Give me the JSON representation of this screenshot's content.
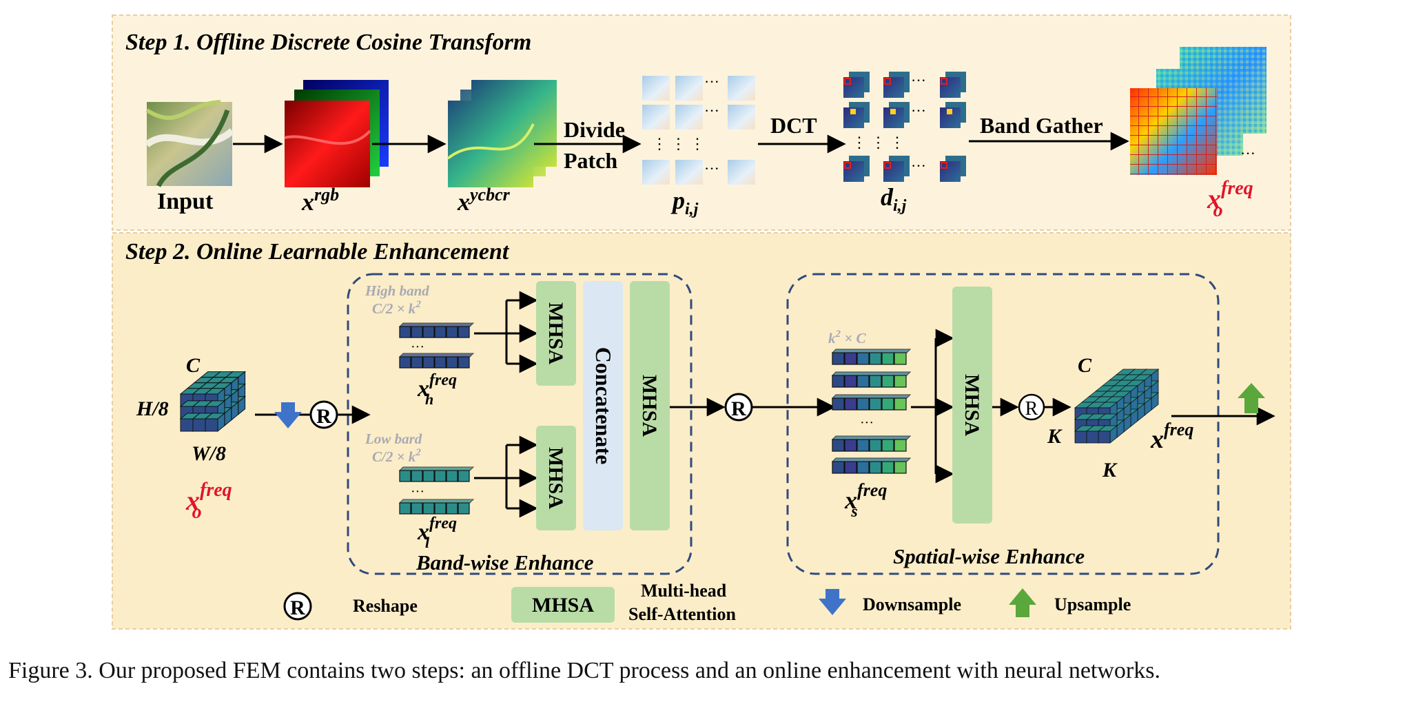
{
  "step1": {
    "title": "Step 1. Offline Discrete Cosine Transform"
  },
  "step2": {
    "title": "Step 2. Online Learnable Enhancement"
  },
  "labels": {
    "input": "Input",
    "divide": "Divide",
    "patch": "Patch",
    "dct": "DCT",
    "band_gather": "Band Gather",
    "x_rgb": "x",
    "x_rgb_sup": "rgb",
    "x_ycbcr": "x",
    "x_ycbcr_sup": "ycbcr",
    "p": "p",
    "p_sub": "i,j",
    "d": "d",
    "d_sub": "i,j",
    "xo": "x",
    "xo_sup": "freq",
    "xo_sub": "o",
    "dots": "···"
  },
  "band": {
    "high_band": "High band",
    "low_band": "Low bard",
    "dim": "C/2 × k",
    "dim_sup": "2",
    "mhsa": "MHSA",
    "concatenate": "Concatenate",
    "title": "Band-wise Enhance",
    "xh": "x",
    "xh_sup": "freq",
    "xh_sub": "h",
    "xl": "x",
    "xl_sup": "freq",
    "xl_sub": "l"
  },
  "spatial": {
    "dim": "k",
    "dim_sup": "2",
    "dim_tail": " × C",
    "mhsa": "MHSA",
    "title": "Spatial-wise Enhance",
    "xs": "x",
    "xs_sup": "freq",
    "xs_sub": "s",
    "xfreq": "x",
    "xfreq_sup": "freq",
    "C": "C",
    "K1": "K",
    "K2": "K"
  },
  "input_block": {
    "C": "C",
    "H8": "H/8",
    "W8": "W/8",
    "reshape": "R"
  },
  "legend": {
    "reshape": "Reshape",
    "mhsa": "MHSA",
    "mhsa_desc1": "Multi-head",
    "mhsa_desc2": "Self-Attention",
    "downsample": "Downsample",
    "upsample": "Upsample"
  },
  "caption": "Figure 3. Our proposed FEM contains two steps: an offline DCT process and an online enhancement with neural networks.",
  "colors": {
    "panel_bg": "#fdf3dc",
    "panel_bg2": "#fbedc8",
    "panel_border": "#e8cfa0",
    "mhsa_green": "#b9dca7",
    "concat_blue": "#dbe7f3",
    "dashed_blue": "#2f4a7d",
    "red_label": "#e0142a",
    "cube_navy": "#2e4a86",
    "cube_teal": "#2b8d8a",
    "down_arrow": "#3f73c9",
    "up_arrow": "#5aa73c"
  }
}
